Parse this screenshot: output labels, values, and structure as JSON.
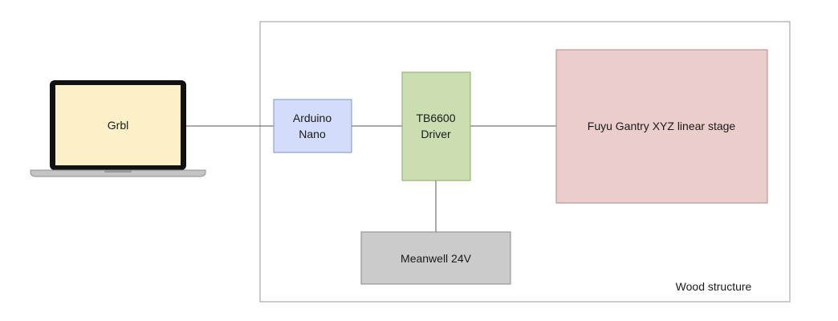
{
  "nodes": {
    "laptop": {
      "label": "Grbl",
      "fill": "#fbf0c8",
      "frame": "#111111"
    },
    "arduino": {
      "line1": "Arduino",
      "line2": "Nano",
      "fill": "#d3dcf8",
      "stroke": "#7f90c8"
    },
    "driver": {
      "line1": "TB6600",
      "line2": "Driver",
      "fill": "#cadeb1",
      "stroke": "#8fa866"
    },
    "stage": {
      "label": "Fuyu Gantry XYZ linear stage",
      "fill": "#ebcdcb",
      "stroke": "#b08a88"
    },
    "psu": {
      "label": "Meanwell 24V",
      "fill": "#cbcbcb",
      "stroke": "#8a8a8a"
    }
  },
  "enclosure": {
    "label": "Wood structure"
  }
}
